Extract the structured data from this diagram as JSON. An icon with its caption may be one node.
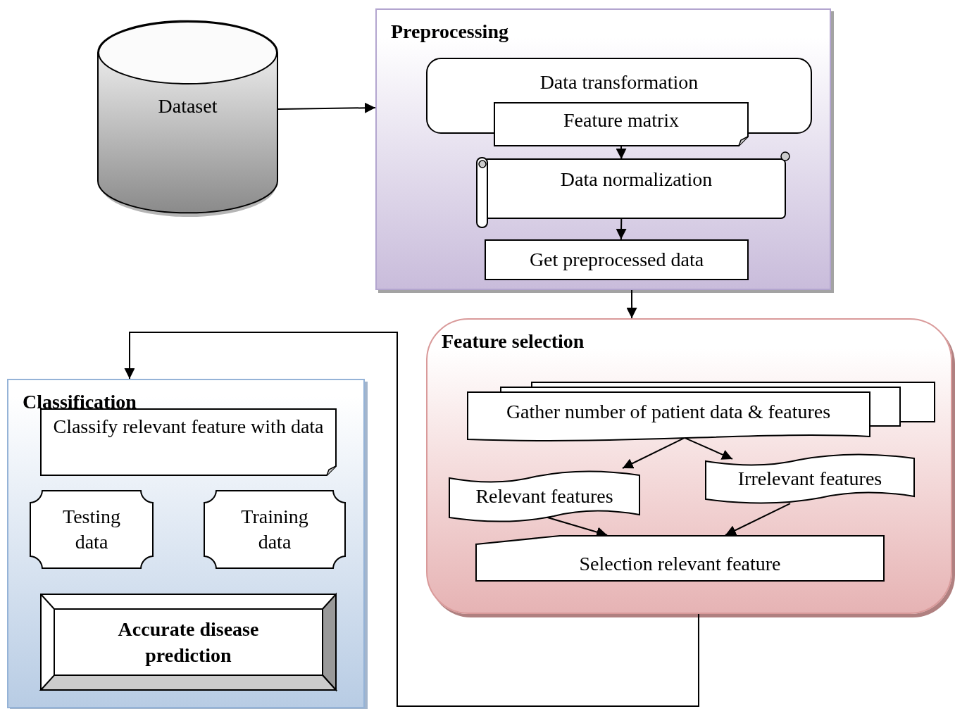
{
  "diagram": {
    "nodes": [
      {
        "text": [
          "Dataset"
        ]
      },
      {
        "text": [
          "Preprocessing"
        ]
      },
      {
        "text": [
          "Data transformation"
        ],
        "in": 1
      },
      {
        "text": [
          "Feature matrix"
        ],
        "in": 1
      },
      {
        "text": [
          "Data normalization"
        ],
        "in": 1
      },
      {
        "text": [
          "Get preprocessed data"
        ],
        "in": 1
      },
      {
        "text": [
          "Feature selection"
        ]
      },
      {
        "text": [
          "Gather number of patient data & features"
        ],
        "in": 6
      },
      {
        "text": [
          "Relevant features"
        ],
        "in": 6
      },
      {
        "text": [
          "Irrelevant features"
        ],
        "in": 6
      },
      {
        "text": [
          "Selection relevant feature"
        ],
        "in": 6
      },
      {
        "text": [
          "Classification"
        ]
      },
      {
        "text": [
          "Classify relevant feature with data"
        ],
        "in": 11
      },
      {
        "text": [
          "Testing data"
        ],
        "in": 11
      },
      {
        "text": [
          "Training data"
        ],
        "in": 11
      },
      {
        "text": [
          "Accurate disease prediction"
        ],
        "in": 11
      }
    ],
    "edges": [
      {
        "from": 0,
        "to": 1,
        "arrow": "to"
      },
      {
        "from": 3,
        "to": 4,
        "arrow": "to"
      },
      {
        "from": 4,
        "to": 5,
        "arrow": "to"
      },
      {
        "from": 1,
        "to": 6,
        "arrow": "to"
      },
      {
        "from": 7,
        "to": 8,
        "arrow": "to"
      },
      {
        "from": 7,
        "to": 9,
        "arrow": "to"
      },
      {
        "from": 8,
        "to": 10,
        "arrow": "to"
      },
      {
        "from": 9,
        "to": 10,
        "arrow": "to"
      },
      {
        "from": 6,
        "to": 11,
        "arrow": "to"
      }
    ]
  }
}
